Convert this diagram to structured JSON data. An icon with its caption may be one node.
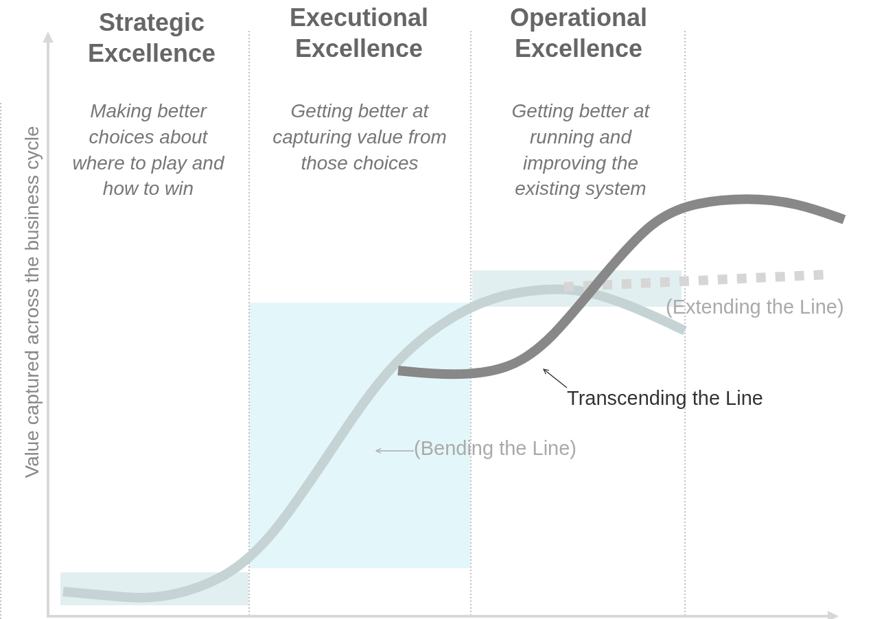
{
  "diagram": {
    "nodes": [
      {
        "text": [
          "Transcending the Line"
        ]
      },
      {
        "text": [],
        "shape": "curve"
      },
      {
        "text": [
          "(Bending the Line)"
        ]
      }
    ],
    "edges": [
      {
        "from": 0,
        "to": 1,
        "arrow": "to"
      },
      {
        "from": 2,
        "to": null,
        "arrow": "to",
        "color": "#aaaaaa"
      }
    ],
    "labels": [
      "Strategic Excellence",
      "Executional Excellence",
      "Operational Excellence",
      "Making better choices about where to play and how to win",
      "Getting better at capturing value from those choices",
      "Getting better at running and improving the existing system",
      "Value captured across the business cycle",
      "(Extending the Line)"
    ]
  }
}
